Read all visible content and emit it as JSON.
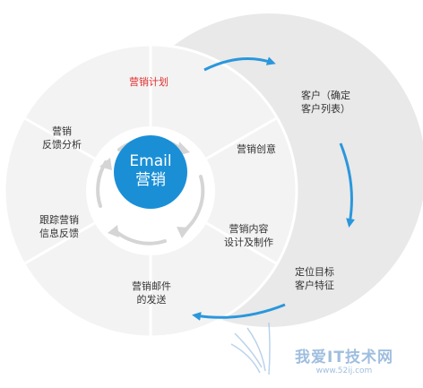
{
  "center": {
    "line1": "Email",
    "line2": "营销"
  },
  "segments": [
    {
      "lines": [
        "营销计划"
      ],
      "highlight": true
    },
    {
      "lines": [
        "营销创意"
      ]
    },
    {
      "lines": [
        "营销内容",
        "设计及制作"
      ]
    },
    {
      "lines": [
        "营销邮件",
        "的发送"
      ]
    },
    {
      "lines": [
        "跟踪营销",
        "信息反馈"
      ]
    },
    {
      "lines": [
        "营销",
        "反馈分析"
      ]
    }
  ],
  "side_steps": [
    {
      "lines": [
        "客户（确定",
        "客户列表）"
      ]
    },
    {
      "lines": [
        "定位目标",
        "客户特征"
      ]
    }
  ],
  "watermark": {
    "text": "我爱IT技术网",
    "url": "www.52ij.com"
  },
  "colors": {
    "center_fill": "#1a8fd6",
    "arrow_blue": "#2a97dc",
    "highlight_text": "#e03030",
    "ring_fill": "#f2f2f2",
    "crescent_fill": "#e9e9e9",
    "inner_arrows": "#d5d5d5"
  }
}
